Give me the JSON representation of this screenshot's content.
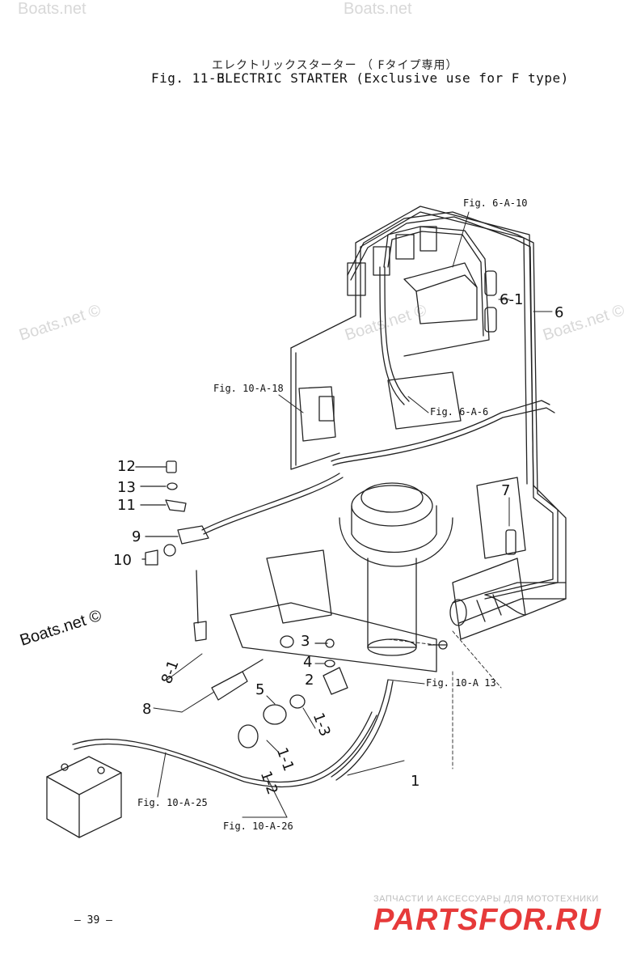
{
  "header": {
    "title_jp": "エレクトリックスターター （ Fタイプ専用）",
    "fig_number": "Fig. 11-B",
    "title_en": "ELECTRIC STARTER (Exclusive use for F type)"
  },
  "references": {
    "fig_6_a_10": "Fig. 6-A-10",
    "fig_10_a_18": "Fig. 10-A-18",
    "fig_6_a_6": "Fig. 6-A-6",
    "fig_10_a_13": "Fig. 10-A 13",
    "fig_10_a_25": "Fig. 10-A-25",
    "fig_10_a_26": "Fig. 10-A-26"
  },
  "parts": {
    "p1": "1",
    "p1_1": "1-1",
    "p1_2": "1-2",
    "p1_3": "1-3",
    "p2": "2",
    "p3": "3",
    "p4": "4",
    "p5": "5",
    "p6": "6",
    "p6_1": "6-1",
    "p7": "7",
    "p8": "8",
    "p8_1": "8-1",
    "p9": "9",
    "p10": "10",
    "p11": "11",
    "p12": "12",
    "p13": "13"
  },
  "watermarks": {
    "top_left": "Boats.net",
    "top_right": "Boats.net",
    "mid_left": "Boats.net ©",
    "mid_center": "Boats.net ©",
    "mid_right": "Boats.net ©",
    "bold_left": "Boats.net ©"
  },
  "footer": {
    "page_number": "— 39 —",
    "brand_tagline": "ЗАПЧАСТИ И АКСЕССУАРЫ ДЛЯ МОТОТЕХНИКИ",
    "brand_name": "PARTSFOR.RU",
    "brand_color": "#e63a3a"
  }
}
